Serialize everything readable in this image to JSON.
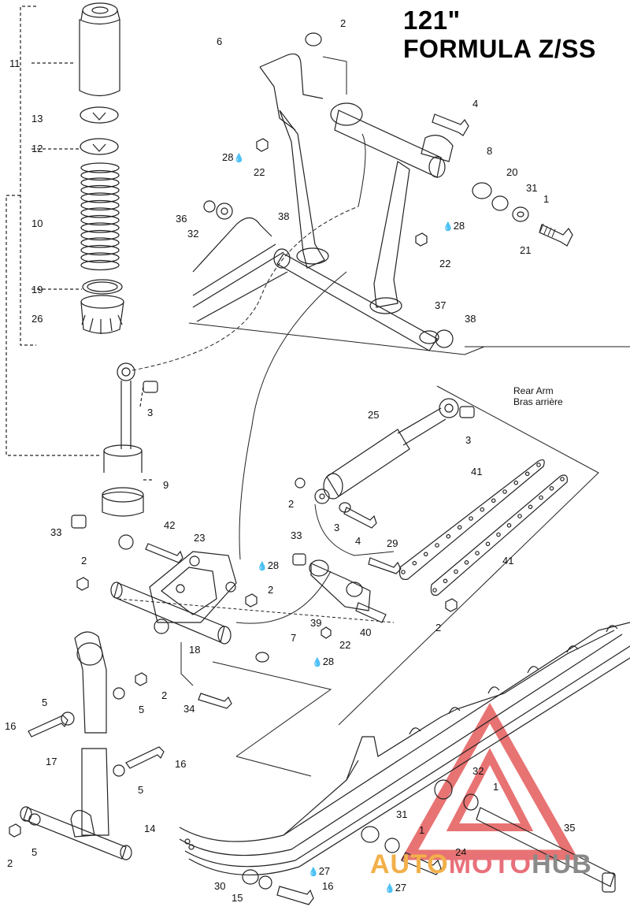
{
  "title": {
    "line1": "121\"",
    "line2": "FORMULA Z/SS"
  },
  "rear_arm_note": {
    "en": "Rear Arm",
    "fr": "Bras arrière"
  },
  "watermark": {
    "auto": "AUTO",
    "moto": "MOTO",
    "hub": "HUB",
    "colors": {
      "auto": "#f2b04a",
      "moto": "#e8707a",
      "hub": "#8a8a8a",
      "triangle": "#e55b5b"
    }
  },
  "drop_symbol": "💧",
  "parts": [
    {
      "id": "p11",
      "text": "11"
    },
    {
      "id": "p13",
      "text": "13"
    },
    {
      "id": "p12",
      "text": "12"
    },
    {
      "id": "p10",
      "text": "10"
    },
    {
      "id": "p19",
      "text": "19"
    },
    {
      "id": "p26",
      "text": "26"
    },
    {
      "id": "p2a",
      "text": "2"
    },
    {
      "id": "p6",
      "text": "6"
    },
    {
      "id": "p4a",
      "text": "4"
    },
    {
      "id": "p28a",
      "text": "28"
    },
    {
      "id": "p22a",
      "text": "22"
    },
    {
      "id": "p8",
      "text": "8"
    },
    {
      "id": "p20",
      "text": "20"
    },
    {
      "id": "p31a",
      "text": "31"
    },
    {
      "id": "p1a",
      "text": "1"
    },
    {
      "id": "p36",
      "text": "36"
    },
    {
      "id": "p32a",
      "text": "32"
    },
    {
      "id": "p38a",
      "text": "38"
    },
    {
      "id": "p28b",
      "text": "28"
    },
    {
      "id": "p22b",
      "text": "22"
    },
    {
      "id": "p21",
      "text": "21"
    },
    {
      "id": "p37",
      "text": "37"
    },
    {
      "id": "p38b",
      "text": "38"
    },
    {
      "id": "p3a",
      "text": "3"
    },
    {
      "id": "p25",
      "text": "25"
    },
    {
      "id": "p3b",
      "text": "3"
    },
    {
      "id": "p9",
      "text": "9"
    },
    {
      "id": "p41a",
      "text": "41"
    },
    {
      "id": "p2b",
      "text": "2"
    },
    {
      "id": "p3c",
      "text": "3"
    },
    {
      "id": "p33a",
      "text": "33"
    },
    {
      "id": "p42",
      "text": "42"
    },
    {
      "id": "p23",
      "text": "23"
    },
    {
      "id": "p4b",
      "text": "4"
    },
    {
      "id": "p29",
      "text": "29"
    },
    {
      "id": "p33b",
      "text": "33"
    },
    {
      "id": "p28c",
      "text": "28"
    },
    {
      "id": "p41b",
      "text": "41"
    },
    {
      "id": "p2c",
      "text": "2"
    },
    {
      "id": "p2d",
      "text": "2"
    },
    {
      "id": "p39",
      "text": "39"
    },
    {
      "id": "p2e",
      "text": "2"
    },
    {
      "id": "p40",
      "text": "40"
    },
    {
      "id": "p22c",
      "text": "22"
    },
    {
      "id": "p7",
      "text": "7"
    },
    {
      "id": "p18",
      "text": "18"
    },
    {
      "id": "p28d",
      "text": "28"
    },
    {
      "id": "p2f",
      "text": "2"
    },
    {
      "id": "p5a",
      "text": "5"
    },
    {
      "id": "p5b",
      "text": "5"
    },
    {
      "id": "p34",
      "text": "34"
    },
    {
      "id": "p16a",
      "text": "16"
    },
    {
      "id": "p17",
      "text": "17"
    },
    {
      "id": "p16b",
      "text": "16"
    },
    {
      "id": "p5c",
      "text": "5"
    },
    {
      "id": "p32b",
      "text": "32"
    },
    {
      "id": "p1b",
      "text": "1"
    },
    {
      "id": "p14",
      "text": "14"
    },
    {
      "id": "p31b",
      "text": "31"
    },
    {
      "id": "p1c",
      "text": "1"
    },
    {
      "id": "p35",
      "text": "35"
    },
    {
      "id": "p5d",
      "text": "5"
    },
    {
      "id": "p24",
      "text": "24"
    },
    {
      "id": "p2g",
      "text": "2"
    },
    {
      "id": "p27a",
      "text": "27"
    },
    {
      "id": "p30",
      "text": "30"
    },
    {
      "id": "p16c",
      "text": "16"
    },
    {
      "id": "p15",
      "text": "15"
    },
    {
      "id": "p27b",
      "text": "27"
    }
  ]
}
